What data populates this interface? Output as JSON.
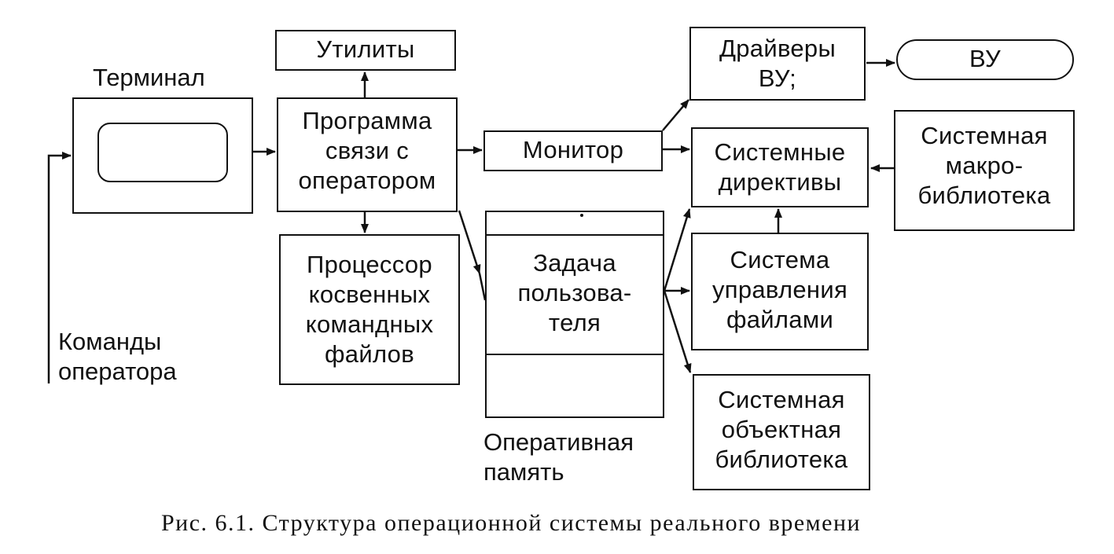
{
  "nodes": {
    "terminal": "Терминал",
    "utilities": "Утилиты",
    "operator_link": "Программа\nсвязи с\nоператором",
    "indirect_processor": "Процессор\nкосвенных\nкомандных\nфайлов",
    "monitor": "Монитор",
    "user_task": "Задача\nпользова-\nтеля",
    "ram": "Оперативная\nпамять",
    "drivers": "Драйверы\nВУ;",
    "device": "ВУ",
    "system_directives": "Системные\nдирективы",
    "macro_library": "Системная\nмакро-\nбиблиотека",
    "file_system": "Система\nуправления\nфайлами",
    "object_library": "Системная\nобъектная\nбиблиотека",
    "operator_commands": "Команды\nоператора"
  },
  "caption": "Рис. 6.1. Структура операционной системы реального времени",
  "colors": {
    "ink": "#111111",
    "paper": "#ffffff"
  }
}
